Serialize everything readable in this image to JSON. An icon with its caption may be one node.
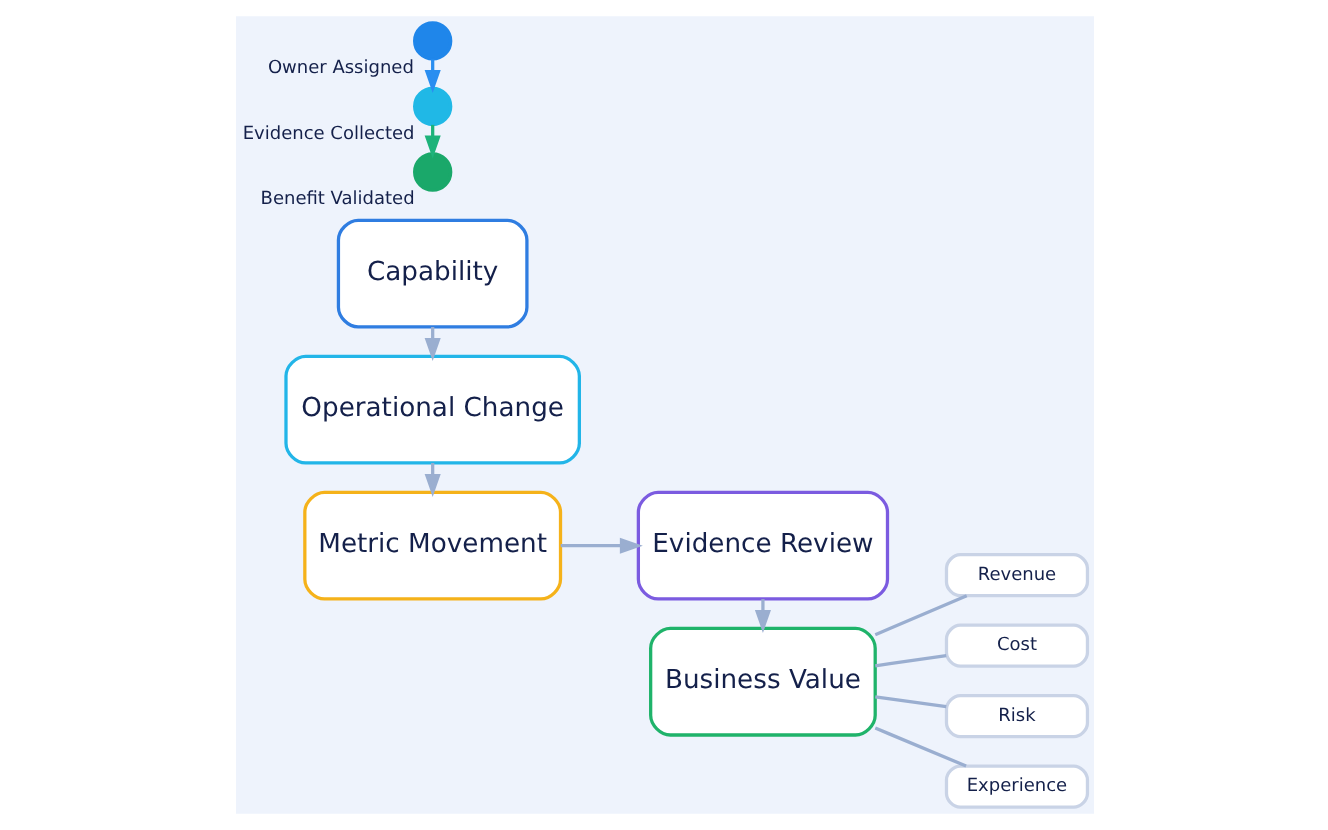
{
  "diagram": {
    "nodes": [
      {
        "text": [
          "Capability"
        ]
      },
      {
        "text": [
          "Operational Change"
        ]
      },
      {
        "text": [
          "Metric Movement"
        ]
      },
      {
        "text": [
          "Evidence Review"
        ]
      },
      {
        "text": [
          "Business Value"
        ]
      },
      {
        "text": [
          "Revenue"
        ]
      },
      {
        "text": [
          "Cost"
        ]
      },
      {
        "text": [
          "Risk"
        ]
      },
      {
        "text": [
          "Experience"
        ]
      },
      {
        "text": [
          "Owner Assigned"
        ]
      },
      {
        "text": [
          "Evidence Collected"
        ]
      },
      {
        "text": [
          "Benefit Validated"
        ]
      }
    ],
    "edges": [
      {
        "from": 0,
        "to": 1,
        "arrow": "to"
      },
      {
        "from": 1,
        "to": 2,
        "arrow": "to"
      },
      {
        "from": 2,
        "to": 3,
        "arrow": "to"
      },
      {
        "from": 3,
        "to": 4,
        "arrow": "to"
      },
      {
        "from": 4,
        "to": 5,
        "arrow": "none"
      },
      {
        "from": 4,
        "to": 6,
        "arrow": "none"
      },
      {
        "from": 4,
        "to": 7,
        "arrow": "none"
      },
      {
        "from": 4,
        "to": 8,
        "arrow": "none"
      },
      {
        "from": 9,
        "to": 10,
        "arrow": "to",
        "color": "#2a8ef0"
      },
      {
        "from": 10,
        "to": 11,
        "arrow": "to",
        "color": "#1db37a"
      }
    ]
  }
}
